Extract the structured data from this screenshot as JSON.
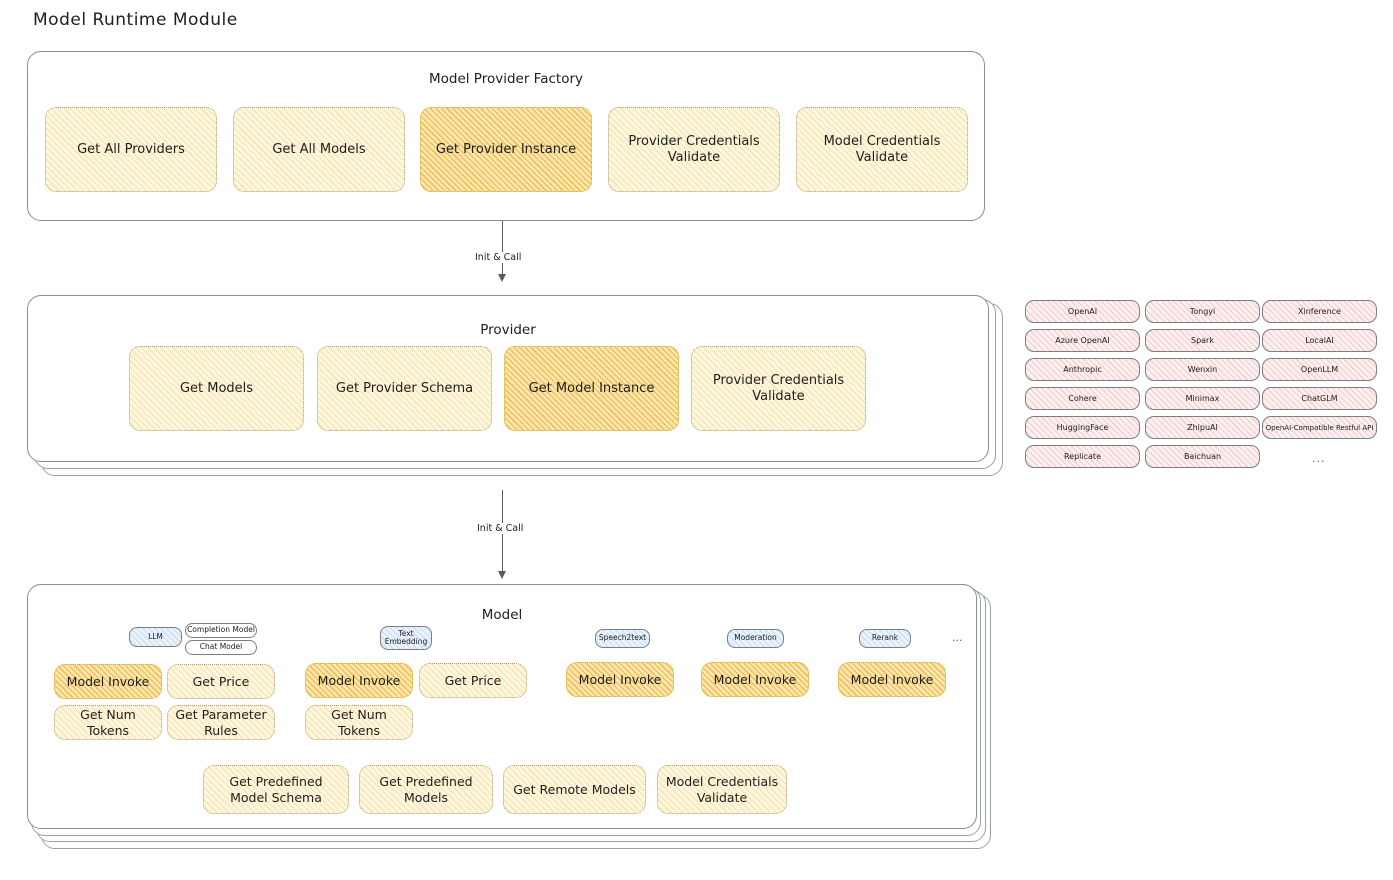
{
  "title": "Model Runtime Module",
  "factory": {
    "label": "Model Provider Factory",
    "nodes": [
      {
        "label": "Get All Providers",
        "highlight": false
      },
      {
        "label": "Get All Models",
        "highlight": false
      },
      {
        "label": "Get Provider Instance",
        "highlight": true
      },
      {
        "label": "Provider Credentials Validate",
        "highlight": false
      },
      {
        "label": "Model Credentials Validate",
        "highlight": false
      }
    ]
  },
  "arrows": [
    {
      "label": "Init & Call"
    },
    {
      "label": "Init & Call"
    }
  ],
  "provider": {
    "label": "Provider",
    "nodes": [
      {
        "label": "Get Models",
        "highlight": false
      },
      {
        "label": "Get Provider Schema",
        "highlight": false
      },
      {
        "label": "Get Model Instance",
        "highlight": true
      },
      {
        "label": "Provider Credentials Validate",
        "highlight": false
      }
    ]
  },
  "provider_list": {
    "columns": [
      [
        "OpenAI",
        "Azure OpenAI",
        "Anthropic",
        "Cohere",
        "HuggingFace",
        "Replicate"
      ],
      [
        "Tongyi",
        "Spark",
        "Wenxin",
        "Minimax",
        "ZhipuAI",
        "Baichuan"
      ],
      [
        "Xinference",
        "LocalAI",
        "OpenLLM",
        "ChatGLM",
        "OpenAI-Compatible Restful API"
      ]
    ],
    "more": "..."
  },
  "model": {
    "label": "Model",
    "more": "...",
    "types": [
      {
        "name": "LLM",
        "sub": [
          "Completion Model",
          "Chat Model"
        ]
      },
      {
        "name": "Text Embedding",
        "sub": []
      },
      {
        "name": "Speech2text",
        "sub": []
      },
      {
        "name": "Moderation",
        "sub": []
      },
      {
        "name": "Rerank",
        "sub": []
      }
    ],
    "columns": [
      {
        "nodes": [
          {
            "label": "Model Invoke",
            "highlight": true
          },
          {
            "label": "Get Price",
            "highlight": false
          },
          {
            "label": "Get Num Tokens",
            "highlight": false
          },
          {
            "label": "Get Parameter Rules",
            "highlight": false
          }
        ]
      },
      {
        "nodes": [
          {
            "label": "Model Invoke",
            "highlight": true
          },
          {
            "label": "Get Price",
            "highlight": false
          },
          {
            "label": "Get Num Tokens",
            "highlight": false
          }
        ]
      },
      {
        "nodes": [
          {
            "label": "Model Invoke",
            "highlight": true
          }
        ]
      },
      {
        "nodes": [
          {
            "label": "Model Invoke",
            "highlight": true
          }
        ]
      },
      {
        "nodes": [
          {
            "label": "Model Invoke",
            "highlight": true
          }
        ]
      }
    ],
    "shared_nodes": [
      {
        "label": "Get Predefined Model Schema"
      },
      {
        "label": "Get Predefined Models"
      },
      {
        "label": "Get Remote Models"
      },
      {
        "label": "Model Credentials Validate"
      }
    ]
  },
  "colors": {
    "node_fill": "#fdf6e0",
    "node_highlight_fill": "#fbe7b4",
    "provider_chip_fill": "#fdf0f0",
    "badge_fill": "#eaf3fb",
    "stroke": "#1e1e1e",
    "panel_border": "#868e96"
  }
}
